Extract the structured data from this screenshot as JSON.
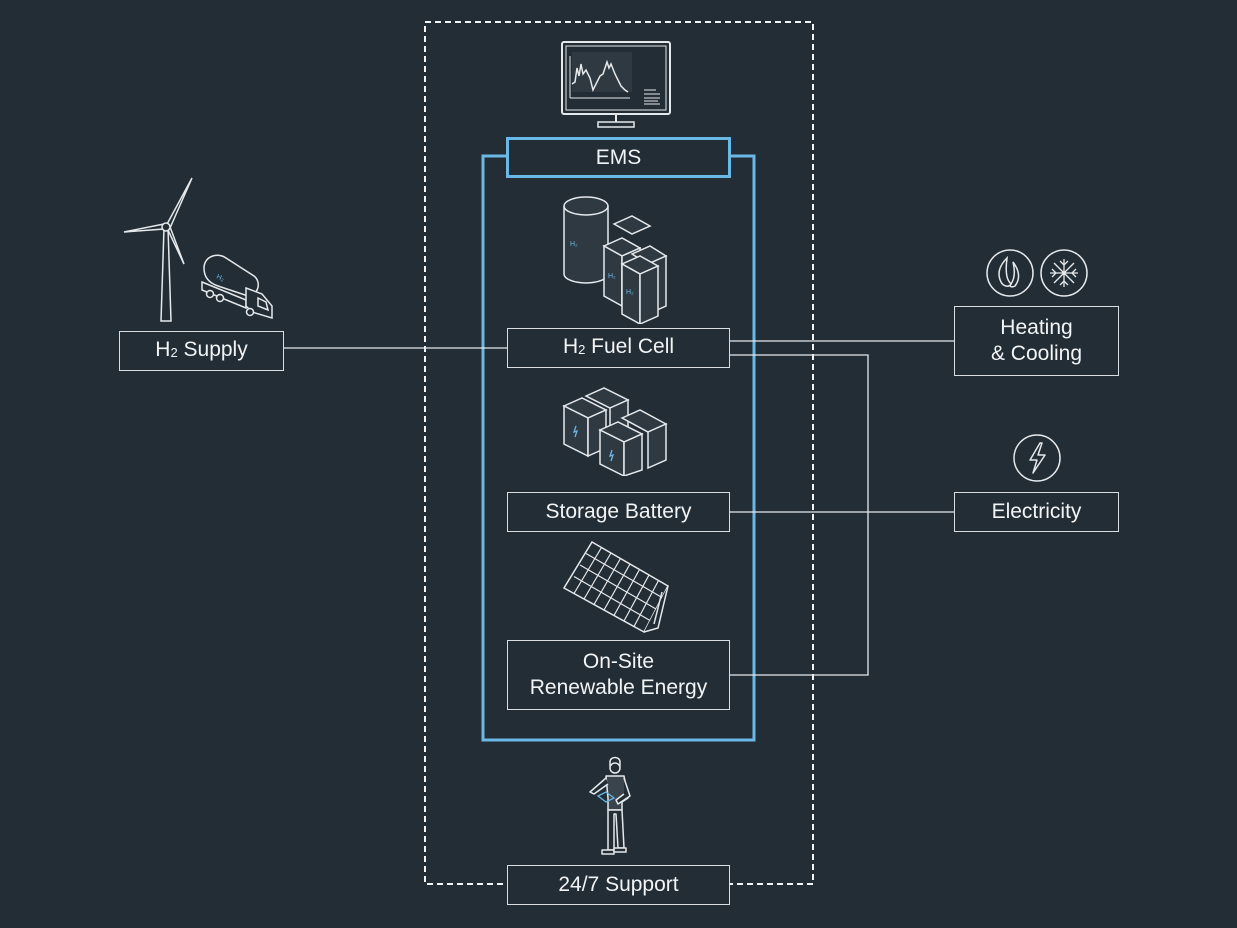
{
  "colors": {
    "background": "#232d36",
    "line": "#e6e9eb",
    "accent_blue": "#6ab8e6"
  },
  "diagram": {
    "supply": {
      "prefix": "H",
      "subscript": "2",
      "label": " Supply"
    },
    "ems": {
      "label": "EMS"
    },
    "components": {
      "fuel_cell": {
        "prefix": "H",
        "subscript": "2",
        "label": " Fuel Cell"
      },
      "storage_battery": {
        "label": "Storage Battery"
      },
      "renewable": {
        "line1": "On-Site",
        "line2": "Renewable Energy"
      }
    },
    "outputs": {
      "heating_cooling": {
        "line1": "Heating",
        "line2": "& Cooling"
      },
      "electricity": {
        "label": "Electricity"
      }
    },
    "support": {
      "label": "24/7 Support"
    },
    "icons": {
      "monitor": "monitor-chart-icon",
      "wind_turbine": "wind-turbine-icon",
      "tanker_truck": "hydrogen-tanker-truck-icon",
      "fuel_cell": "hydrogen-tank-fuel-cell-icon",
      "battery": "battery-modules-icon",
      "solar": "solar-panel-icon",
      "flame": "flame-icon",
      "snowflake": "snowflake-icon",
      "lightning": "lightning-bolt-icon",
      "technician": "technician-person-icon"
    }
  }
}
